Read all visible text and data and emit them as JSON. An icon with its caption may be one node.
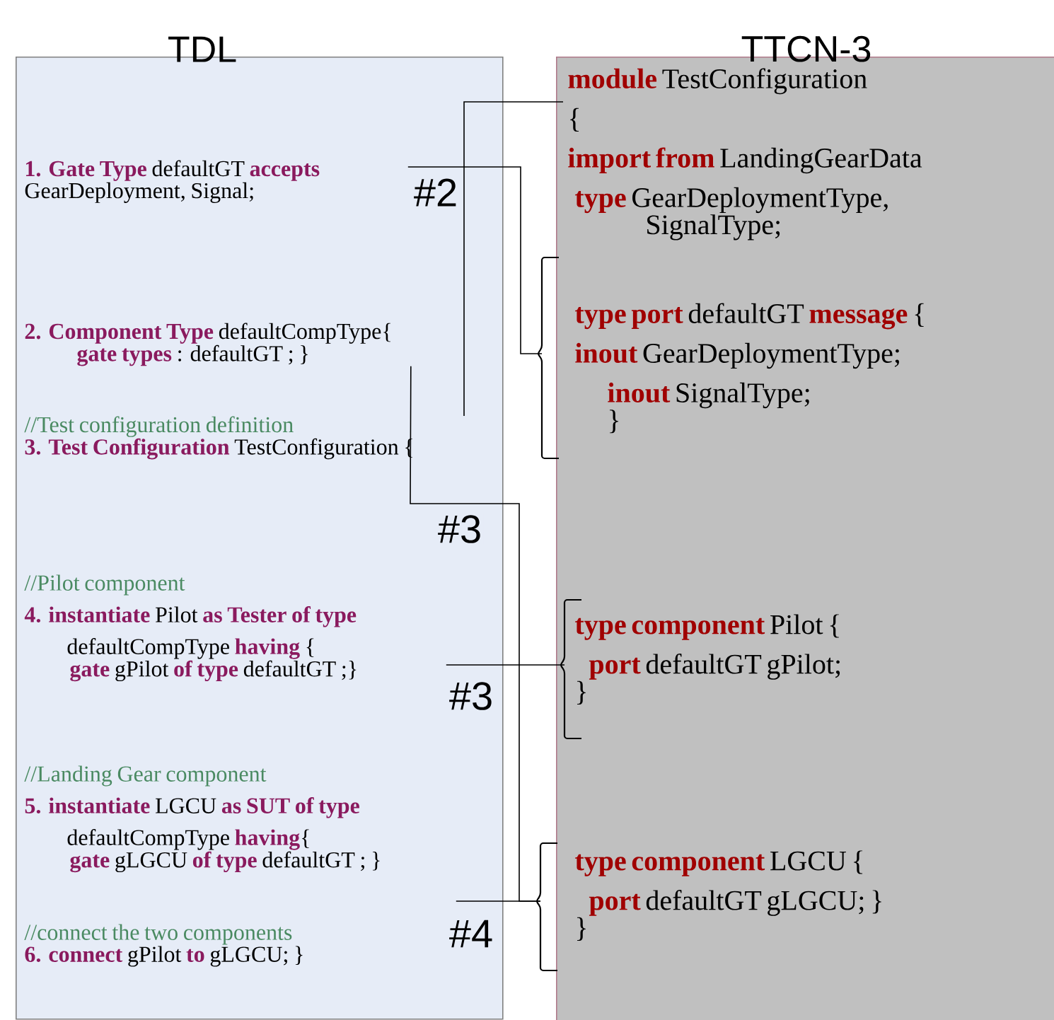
{
  "diagram": {
    "nodes": [
      {
        "text": [
          "TDL"
        ]
      },
      {
        "text": [
          "TTCN-3"
        ]
      },
      {
        "text": [
          "**1. Gate Type** defaultGT **accepts**",
          "GearDeployment, Signal;"
        ],
        "in": 0
      },
      {
        "text": [
          "**2. Component Type** defaultCompType{",
          "**gate types** : defaultGT ;   }"
        ],
        "in": 0
      },
      {
        "text": [
          "//Test configuration definition",
          "**3. Test Configuration** TestConfiguration {"
        ],
        "in": 0
      },
      {
        "text": [
          "//Pilot component",
          "**4.   instantiate** Pilot **as Tester of type**",
          "defaultCompType **having** {",
          "**gate** gPilot **of type** defaultGT ;}"
        ],
        "in": 0
      },
      {
        "text": [
          "//Landing Gear component",
          "**5.   instantiate** LGCU **as SUT of type**",
          "defaultCompType **having**{",
          "**gate** gLGCU **of type** defaultGT ;  }"
        ],
        "in": 0
      },
      {
        "text": [
          "//connect the two components",
          "**6.    connect** gPilot **to** gLGCU; }"
        ],
        "in": 0
      },
      {
        "text": [
          "**module** TestConfiguration",
          "{",
          "**import from** LandingGearData",
          "**type** GearDeploymentType,",
          "SignalType;"
        ],
        "in": 1
      },
      {
        "text": [
          "**type port** defaultGT **message** {",
          "**inout** GearDeploymentType;",
          "**inout** SignalType;",
          "}"
        ],
        "in": 1
      },
      {
        "text": [
          "**type component** Pilot {",
          "**port** defaultGT gPilot;",
          "}"
        ],
        "in": 1
      },
      {
        "text": [
          "**type component** LGCU {",
          "**port** defaultGT gLGCU;   }",
          "}"
        ],
        "in": 1
      }
    ],
    "edges": [
      {
        "from": 4,
        "to": 8,
        "arrow": "none"
      },
      {
        "from": 2,
        "to": 9,
        "arrow": "none",
        "label": "#2"
      },
      {
        "from": 3,
        "to": 11,
        "arrow": "none",
        "label": "#3"
      },
      {
        "from": 5,
        "to": 10,
        "arrow": "none",
        "label": "#3"
      },
      {
        "from": 6,
        "to": 11,
        "arrow": "none",
        "label": "#4"
      }
    ]
  }
}
